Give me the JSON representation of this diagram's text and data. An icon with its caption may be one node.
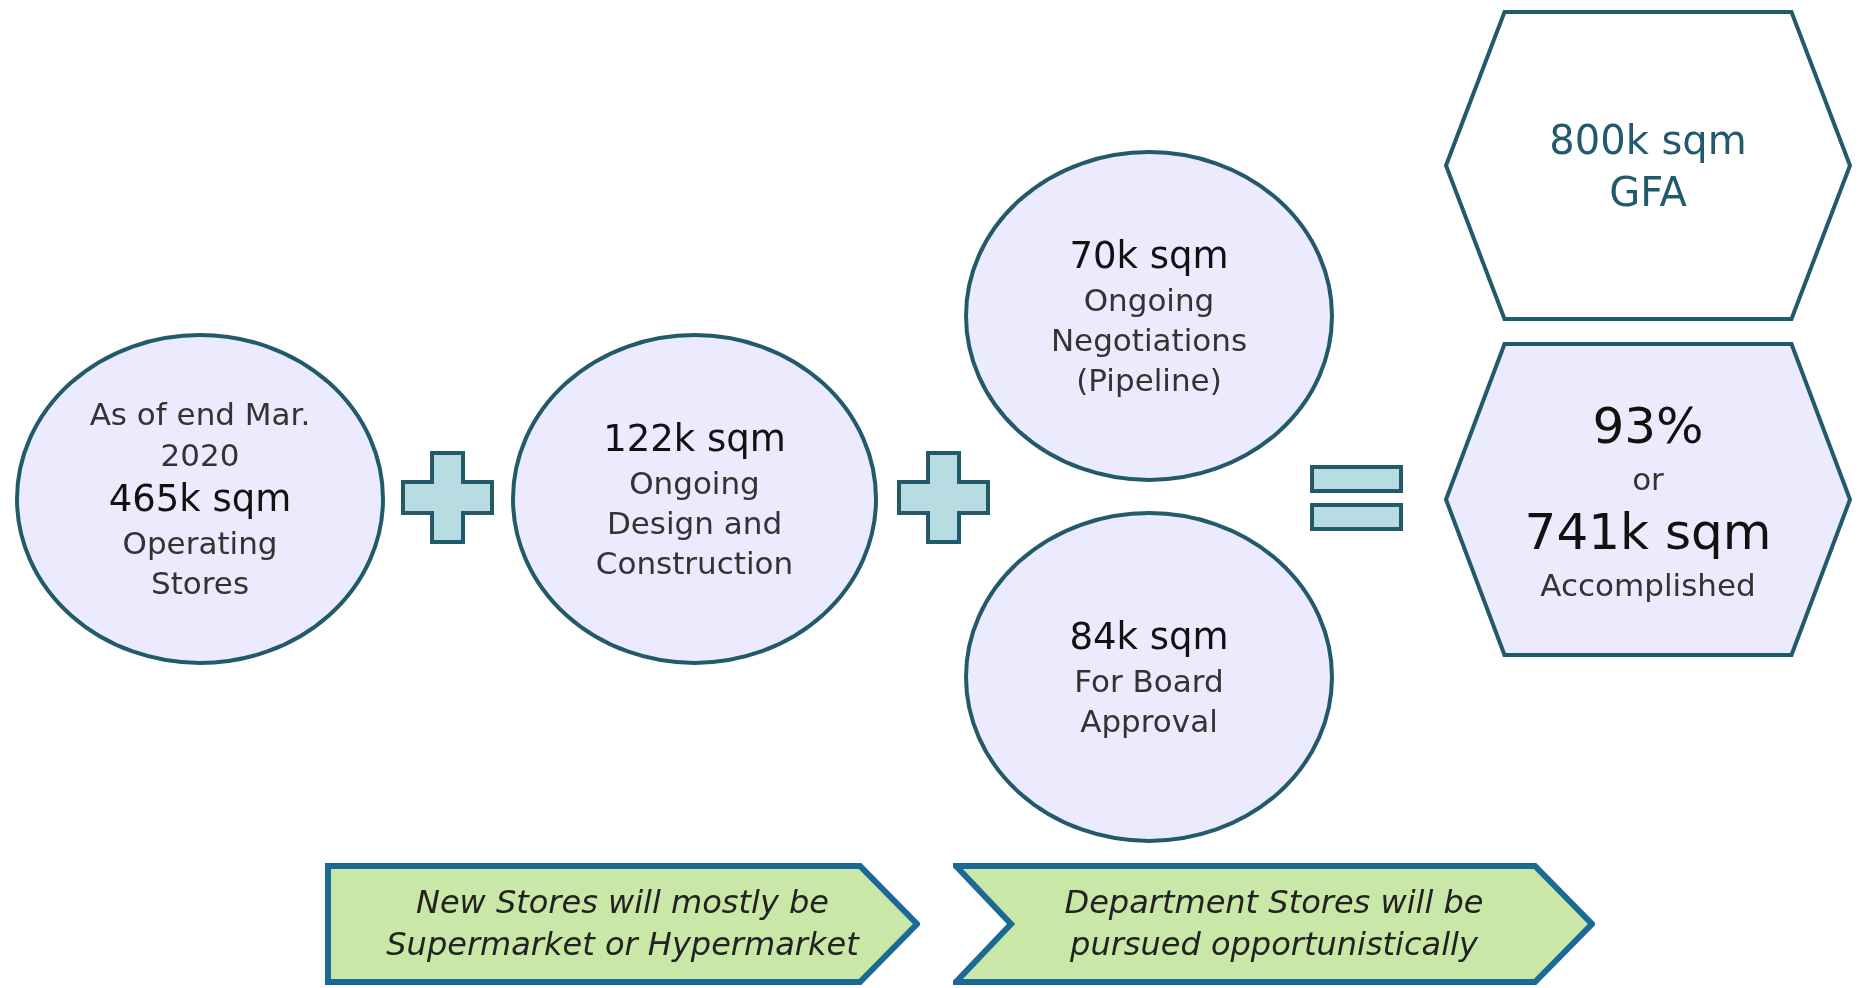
{
  "diagram": {
    "nodes": [
      {
        "text": [
          "As of end Mar. 2020",
          "465k sqm",
          "Operating Stores"
        ]
      },
      {
        "text": [
          "122k sqm",
          "Ongoing Design and Construction"
        ]
      },
      {
        "text": [
          "70k sqm",
          "Ongoing Negotiations (Pipeline)"
        ]
      },
      {
        "text": [
          "84k sqm",
          "For Board Approval"
        ]
      },
      {
        "text": [
          "800k sqm GFA"
        ]
      },
      {
        "text": [
          "93%",
          "or",
          "741k sqm",
          "Accomplished"
        ]
      },
      {
        "text": [
          "New Stores will mostly be Supermarket or Hypermarket"
        ]
      },
      {
        "text": [
          "Department Stores will be pursued opportunistically"
        ]
      }
    ],
    "edges": []
  }
}
